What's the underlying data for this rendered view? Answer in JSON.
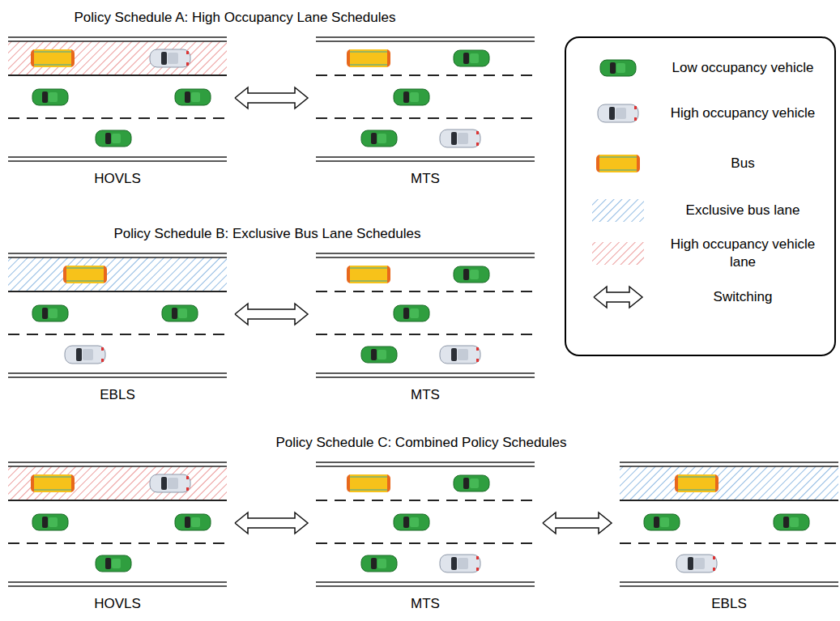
{
  "diagram": {
    "nodes": [
      {
        "text": [
          "HOVLS"
        ]
      },
      {
        "text": [
          "MTS"
        ]
      },
      {
        "text": [
          "EBLS"
        ]
      },
      {
        "text": [
          "MTS"
        ]
      },
      {
        "text": [
          "HOVLS"
        ]
      },
      {
        "text": [
          "MTS"
        ]
      },
      {
        "text": [
          "EBLS"
        ]
      }
    ],
    "edges": [
      {
        "from": 0,
        "to": 1,
        "arrow": "both"
      },
      {
        "from": 2,
        "to": 3,
        "arrow": "both"
      },
      {
        "from": 4,
        "to": 5,
        "arrow": "both"
      },
      {
        "from": 5,
        "to": 6,
        "arrow": "both"
      }
    ],
    "labels": [
      "Policy Schedule A: High Occupancy Lane Schedules",
      "Policy Schedule B: Exclusive Bus Lane Schedules",
      "Policy Schedule C: Combined Policy Schedules"
    ],
    "legend": [
      {
        "text": "Low occupancy vehicle"
      },
      {
        "text": "High occupancy vehicle"
      },
      {
        "text": "Bus"
      },
      {
        "text": "Exclusive bus lane"
      },
      {
        "text": "High occupancy vehicle lane"
      },
      {
        "text": "Switching"
      }
    ]
  }
}
